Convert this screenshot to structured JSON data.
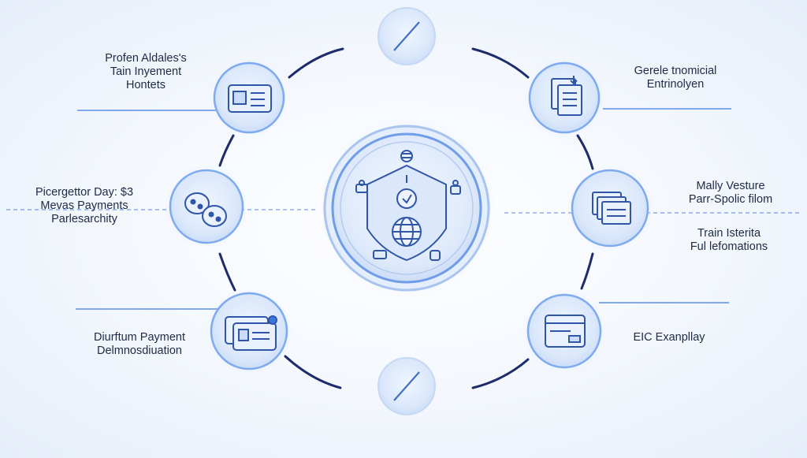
{
  "colors": {
    "ring": "#1f2c6b",
    "accent": "#3a78e0",
    "node_fill": "#d9e7fb",
    "node_stroke": "#7eaaf0",
    "line": "#4d86e6"
  },
  "hub": {
    "icon": "shield-globe-icon"
  },
  "nodes": {
    "top": {
      "icon": "slash-icon"
    },
    "bottom": {
      "icon": "slash-icon"
    },
    "top_left": {
      "icon": "dashboard-card-icon",
      "label": [
        "Profen Aldales's",
        "Tain Inyement",
        "Hontets"
      ]
    },
    "mid_left": {
      "icon": "coins-icon",
      "label": [
        "Picergettor Day: $3",
        "Mevas Payments",
        "Parlesarchity"
      ]
    },
    "bottom_left": {
      "icon": "id-cards-icon",
      "label": [
        "Diurftum Payment",
        "Delmnosdiuation"
      ]
    },
    "top_right": {
      "icon": "document-stack-icon",
      "label": [
        "Gerele tnomicial",
        "Entrinolyen"
      ]
    },
    "mid_right": {
      "icon": "layered-files-icon",
      "label": [
        "Mally Vesture",
        "Parr-Spolic filom"
      ],
      "label2": [
        "Train Isterita",
        "Ful lefomations"
      ]
    },
    "bottom_right": {
      "icon": "credit-card-icon",
      "label": [
        "EIC Exanpllay"
      ]
    }
  }
}
